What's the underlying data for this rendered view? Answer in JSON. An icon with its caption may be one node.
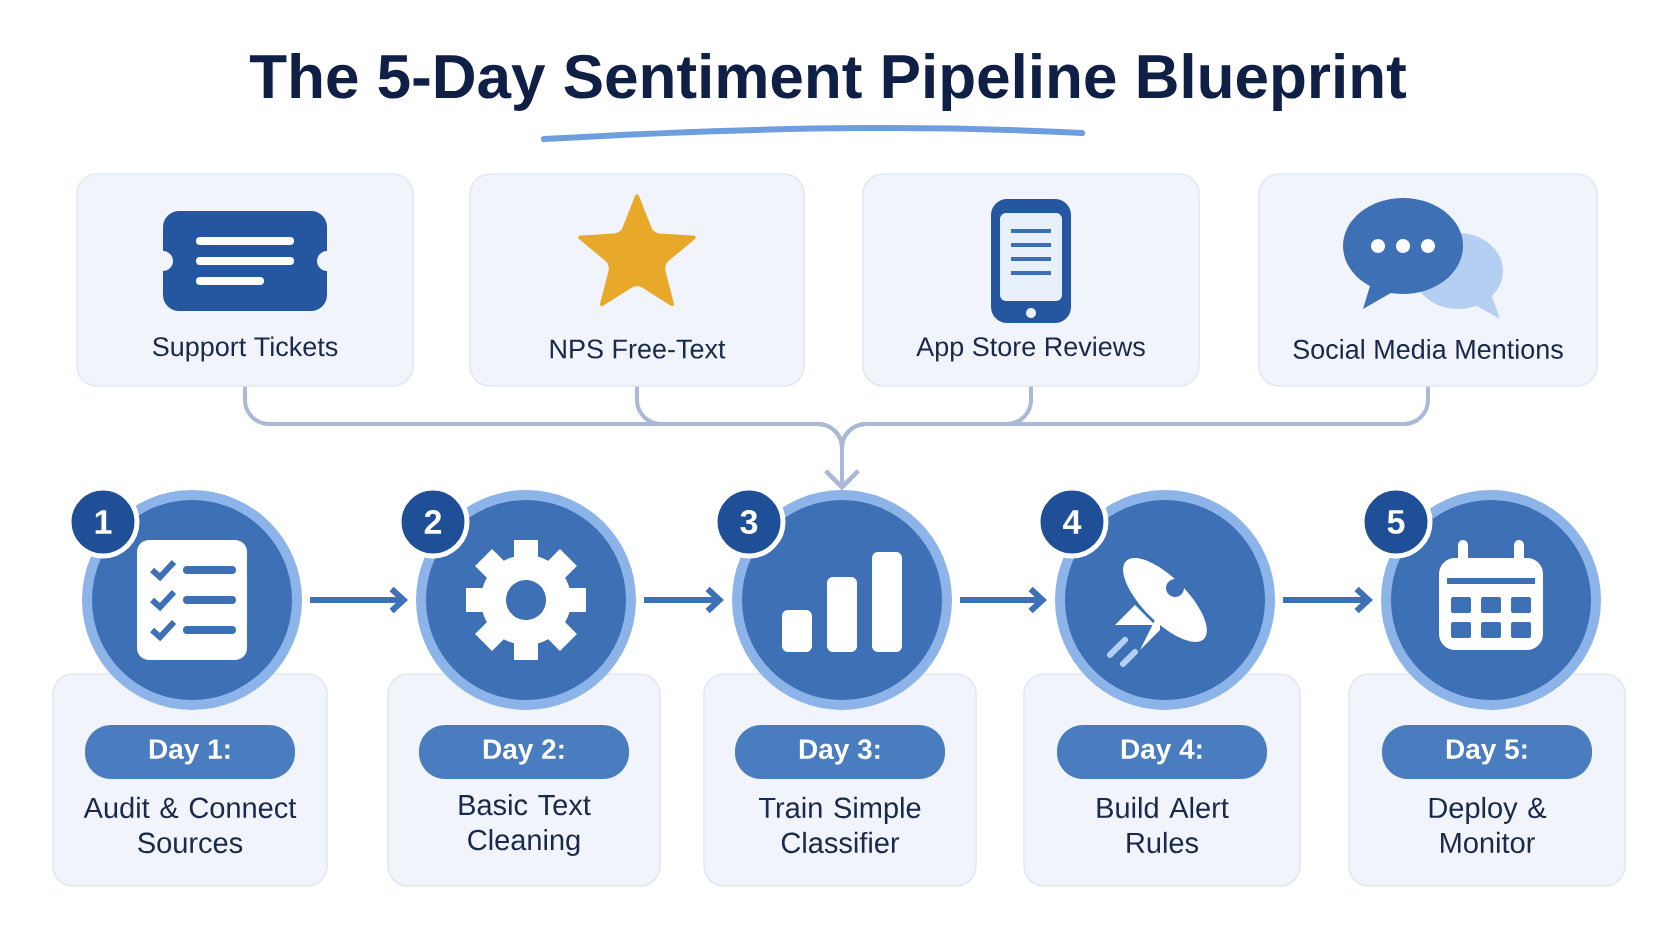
{
  "diagram": {
    "title": "The 5-Day Sentiment Pipeline Blueprint",
    "nodes": [
      {
        "text": [
          "Support Tickets"
        ]
      },
      {
        "text": [
          "NPS Free-Text"
        ]
      },
      {
        "text": [
          "App Store Reviews"
        ]
      },
      {
        "text": [
          "Social Media Mentions"
        ]
      },
      {
        "text": [],
        "shape": "circle"
      },
      {
        "text": [],
        "shape": "circle"
      },
      {
        "text": [],
        "shape": "circle"
      },
      {
        "text": [],
        "shape": "circle"
      },
      {
        "text": [],
        "shape": "circle"
      },
      {
        "text": [
          "1"
        ]
      },
      {
        "text": [
          "2"
        ]
      },
      {
        "text": [
          "3"
        ]
      },
      {
        "text": [
          "4"
        ]
      },
      {
        "text": [
          "5"
        ]
      },
      {
        "text": [
          "Day 1:",
          "Audit & Connect Sources"
        ]
      },
      {
        "text": [
          "Day 2:",
          "Basic Text Cleaning"
        ]
      },
      {
        "text": [
          "Day 3:",
          "Train Simple Classifier"
        ]
      },
      {
        "text": [
          "Day 4:",
          "Build Alert Rules"
        ]
      },
      {
        "text": [
          "Day 5:",
          "Deploy & Monitor"
        ]
      }
    ],
    "edges": [
      {
        "from": 0,
        "to": 6,
        "arrow": "to"
      },
      {
        "from": 1,
        "to": 6,
        "arrow": "to"
      },
      {
        "from": 2,
        "to": 6,
        "arrow": "to"
      },
      {
        "from": 3,
        "to": 6,
        "arrow": "to"
      },
      {
        "from": 4,
        "to": 5,
        "arrow": "to",
        "color": "#3d70b5"
      },
      {
        "from": 5,
        "to": 6,
        "arrow": "to",
        "color": "#3d70b5"
      },
      {
        "from": 6,
        "to": 7,
        "arrow": "to",
        "color": "#3d70b5"
      },
      {
        "from": 7,
        "to": 8,
        "arrow": "to",
        "color": "#3d70b5"
      }
    ]
  }
}
